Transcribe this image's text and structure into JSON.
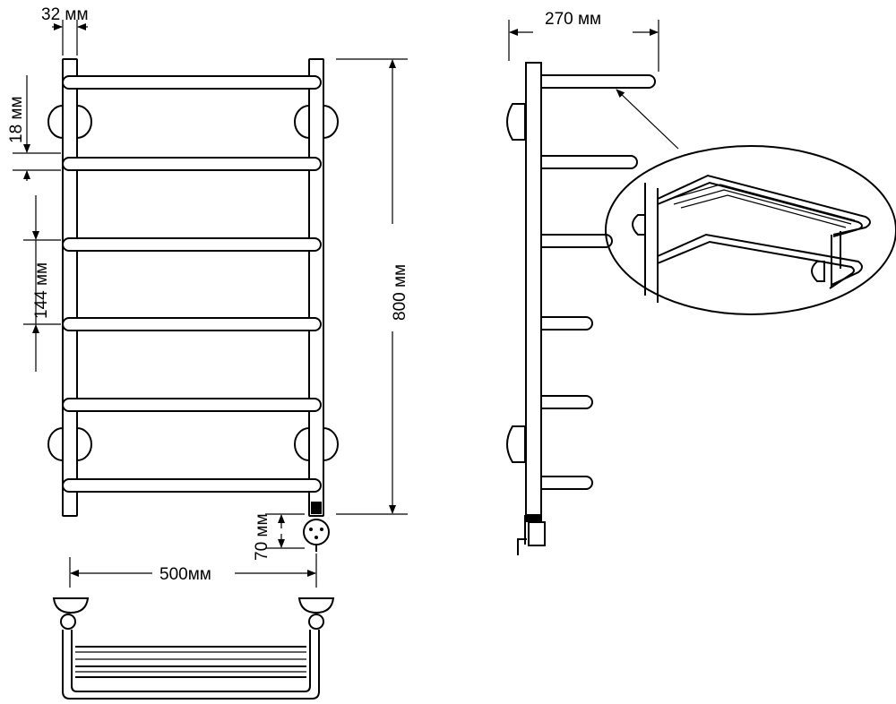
{
  "dimensions": {
    "tube_diameter": "32 мм",
    "gap": "18 мм",
    "spacing": "144 мм",
    "height": "800 мм",
    "offset": "70 мм",
    "width": "500мм",
    "depth": "270 мм"
  },
  "colors": {
    "line": "#000000",
    "background": "#ffffff"
  }
}
